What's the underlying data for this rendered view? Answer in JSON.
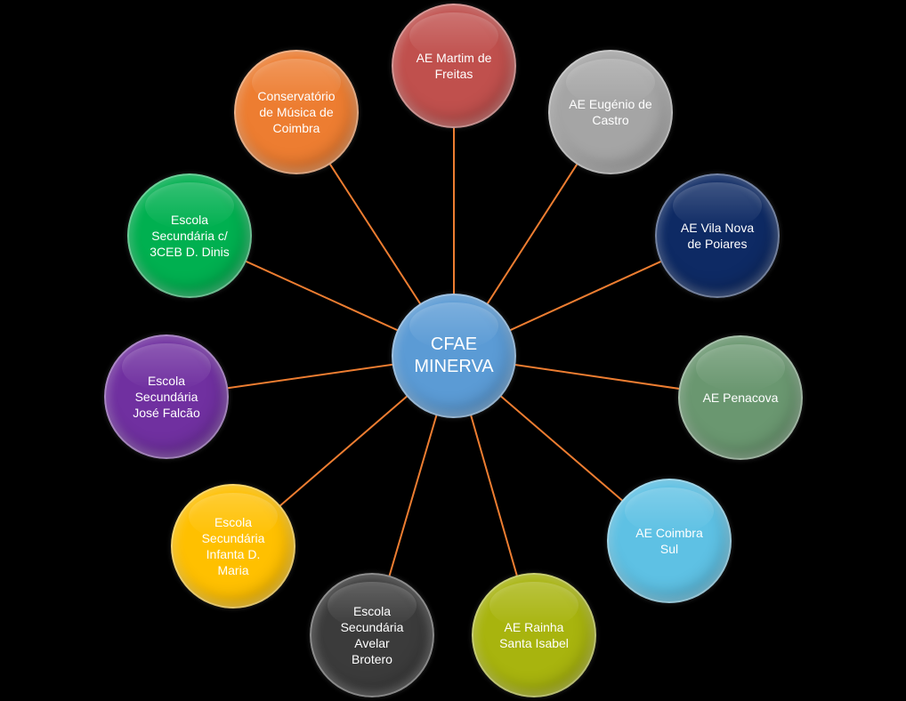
{
  "center": {
    "label": "CFAE\nMINERVA",
    "color": "#5b9bd5"
  },
  "nodes": [
    {
      "id": "ae-martim-de-freitas",
      "label": "AE Martim de\nFreitas",
      "color": "#c0504d"
    },
    {
      "id": "ae-eugenio-de-castro",
      "label": "AE Eugénio de\nCastro",
      "color": "#a5a5a5"
    },
    {
      "id": "ae-vila-nova-de-poiares",
      "label": "AE Vila Nova\nde Poiares",
      "color": "#0e2a64"
    },
    {
      "id": "ae-penacova",
      "label": "AE Penacova",
      "color": "#6a9770"
    },
    {
      "id": "ae-coimbra-sul",
      "label": "AE Coimbra\nSul",
      "color": "#5ec1e4"
    },
    {
      "id": "ae-rainha-santa-isabel",
      "label": "AE Rainha\nSanta Isabel",
      "color": "#a8b40e"
    },
    {
      "id": "escola-secundaria-avelar-brotero",
      "label": "Escola\nSecundária\nAvelar\nBrotero",
      "color": "#3b3b3b"
    },
    {
      "id": "escola-secundaria-infanta-d-maria",
      "label": "Escola\nSecundária\nInfanta D.\nMaria",
      "color": "#ffc000"
    },
    {
      "id": "escola-secundaria-jose-falcao",
      "label": "Escola\nSecundária\nJosé Falcão",
      "color": "#7030a0"
    },
    {
      "id": "escola-secundaria-3ceb-d-dinis",
      "label": "Escola\nSecundária c/\n3CEB D. Dinis",
      "color": "#00b050"
    },
    {
      "id": "conservatorio-de-musica-de-coimbra",
      "label": "Conservatório\nde Música de\nCoimbra",
      "color": "#ed7d31"
    }
  ],
  "connector_color": "#ed7d31"
}
